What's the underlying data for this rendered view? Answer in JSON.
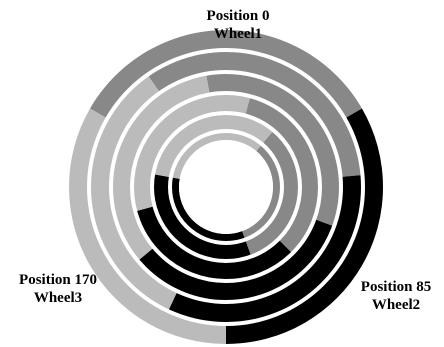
{
  "colors": {
    "background": "#ffffff",
    "wheel1": "#888888",
    "wheel2": "#000000",
    "wheel3": "#bbbbbb"
  },
  "wheels": [
    {
      "name": "Wheel1",
      "position_label": "Position 0",
      "color": "#888888"
    },
    {
      "name": "Wheel2",
      "position_label": "Position 85",
      "color": "#000000"
    },
    {
      "name": "Wheel3",
      "position_label": "Position 170",
      "color": "#bbbbbb"
    }
  ]
}
